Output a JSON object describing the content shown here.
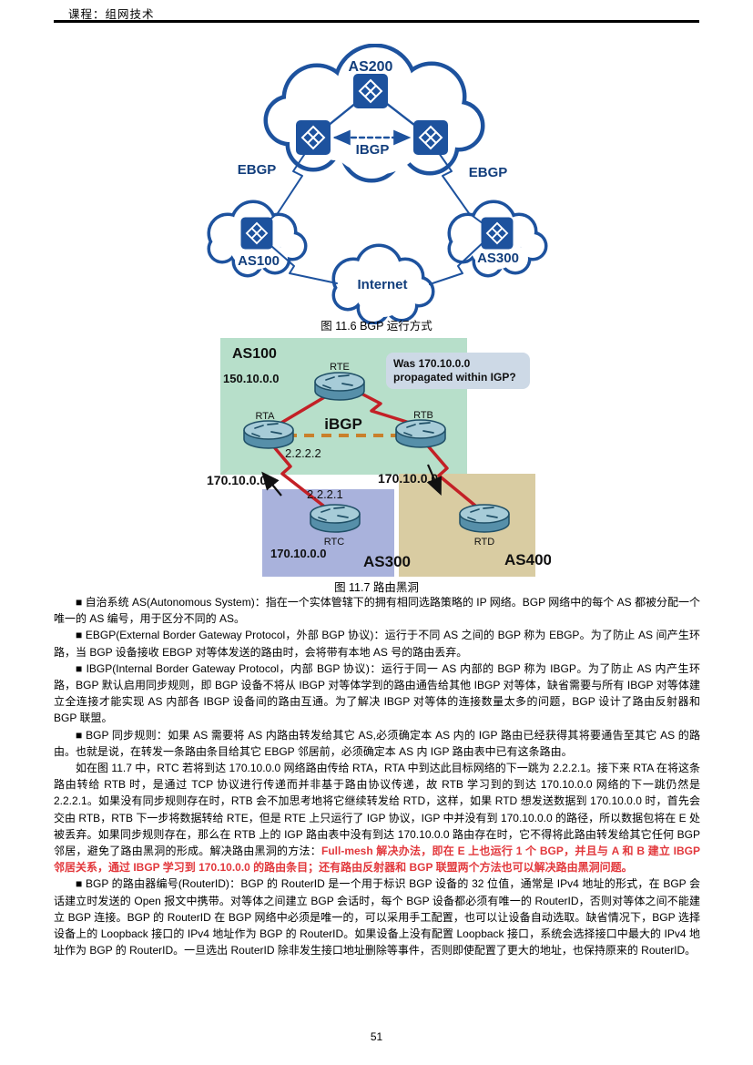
{
  "header": {
    "title": "课程：组网技术"
  },
  "figure_bgp_modes": {
    "caption": "图 11.6 BGP 运行方式",
    "as200_label": "AS200",
    "ibgp_label": "IBGP",
    "ebgp_left_label": "EBGP",
    "ebgp_right_label": "EBGP",
    "as100_label": "AS100",
    "as300_label": "AS300",
    "internet_label": "Internet"
  },
  "figure_route_blackhole": {
    "caption": "图 11.7 路由黑洞",
    "as100_label": "AS100",
    "as100_network": "150.10.0.0",
    "callout_question": "Was 170.10.0.0 propagated within IGP?",
    "rte_label": "RTE",
    "rta_label": "RTA",
    "rtb_label": "RTB",
    "ibgp_label": "iBGP",
    "rta_address": "2.2.2.2",
    "route_label_left": "170.10.0.0",
    "route_label_right": "170.10.0.0",
    "next_hop_address": "2.2.2.1",
    "rtc_label": "RTC",
    "as300_network": "170.10.0.0",
    "as300_label": "AS300",
    "rtd_label": "RTD",
    "as400_label": "AS400",
    "colors": {
      "as100_region": "#b7dfca",
      "as300_region": "#a9b2dc",
      "as400_region": "#d9cca2",
      "callout": "#cdd9e6",
      "red_link": "#c32026",
      "ibgp_dashed": "#c9802b"
    }
  },
  "body": {
    "p1": "■ 自治系统 AS(Autonomous System)：指在一个实体管辖下的拥有相同选路策略的 IP 网络。BGP 网络中的每个 AS 都被分配一个唯一的 AS 编号，用于区分不同的 AS。",
    "p2": "■ EBGP(External Border Gateway Protocol，外部 BGP 协议)：运行于不同 AS 之间的 BGP 称为 EBGP。为了防止 AS 间产生环路，当 BGP 设备接收 EBGP 对等体发送的路由时，会将带有本地 AS 号的路由丢弃。",
    "p3": "■ IBGP(Internal Border Gateway Protocol，内部 BGP 协议)：运行于同一 AS 内部的 BGP 称为 IBGP。为了防止 AS 内产生环路，BGP 默认启用同步规则，即 BGP 设备不将从 IBGP 对等体学到的路由通告给其他 IBGP 对等体，缺省需要与所有 IBGP 对等体建立全连接才能实现 AS 内部各 IBGP 设备间的路由互通。为了解决 IBGP 对等体的连接数量太多的问题，BGP 设计了路由反射器和 BGP 联盟。",
    "p4": "■ BGP 同步规则：如果 AS 需要将 AS 内路由转发给其它 AS,必须确定本 AS 内的 IGP 路由已经获得其将要通告至其它 AS 的路由。也就是说，在转发一条路由条目给其它 EBGP 邻居前，必须确定本 AS 内 IGP 路由表中已有这条路由。",
    "p5_black": "如在图 11.7 中，RTC 若将到达 170.10.0.0 网络路由传给 RTA，RTA 中到达此目标网络的下一跳为 2.2.2.1。接下来 RTA 在将这条路由转给 RTB 时，是通过 TCP 协议进行传递而并非基于路由协议传递，故 RTB 学习到的到达 170.10.0.0 网络的下一跳仍然是 2.2.2.1。如果没有同步规则存在时，RTB 会不加思考地将它继续转发给 RTD，这样，如果 RTD 想发送数据到 170.10.0.0 时，首先会交由 RTB，RTB 下一步将数据转给 RTE，但是 RTE 上只运行了 IGP 协议，IGP 中并没有到 170.10.0.0 的路径，所以数据包将在 E 处被丢弃。如果同步规则存在，那么在 RTB 上的 IGP 路由表中没有到达 170.10.0.0 路由存在时，它不得将此路由转发给其它任何 BGP 邻居，避免了路由黑洞的形成。解决路由黑洞的方法：",
    "p5_red": "Full-mesh 解决办法，即在 E 上也运行 1 个 BGP，并且与 A 和 B 建立 IBGP 邻居关系，通过 IBGP 学习到 170.10.0.0 的路由条目；还有路由反射器和 BGP 联盟两个方法也可以解决路由黑洞问题。",
    "p6": "■ BGP 的路由器编号(RouterID)：BGP 的 RouterID 是一个用于标识 BGP 设备的 32 位值，通常是 IPv4 地址的形式，在 BGP 会话建立时发送的 Open 报文中携带。对等体之间建立 BGP 会话时，每个 BGP 设备都必须有唯一的 RouterID，否则对等体之间不能建立 BGP 连接。BGP 的 RouterID 在 BGP 网络中必须是唯一的，可以采用手工配置，也可以让设备自动选取。缺省情况下，BGP 选择设备上的 Loopback 接口的 IPv4 地址作为 BGP 的 RouterID。如果设备上没有配置 Loopback 接口，系统会选择接口中最大的 IPv4 地址作为 BGP 的 RouterID。一旦选出 RouterID 除非发生接口地址删除等事件，否则即使配置了更大的地址，也保持原来的 RouterID。"
  },
  "footer": {
    "page_number": "51"
  }
}
